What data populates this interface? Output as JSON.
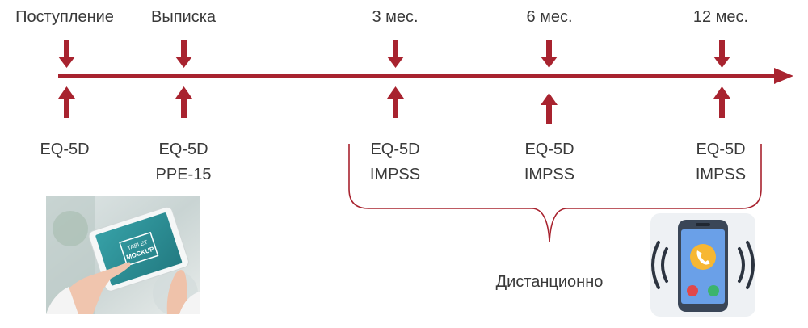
{
  "timepoints": [
    {
      "top": "Поступление",
      "measures": [
        "EQ-5D"
      ]
    },
    {
      "top": "Выписка",
      "measures": [
        "EQ-5D",
        "PPE-15"
      ]
    },
    {
      "top": "3 мес.",
      "measures": [
        "EQ-5D",
        "IMPSS"
      ]
    },
    {
      "top": "6 мес.",
      "measures": [
        "EQ-5D",
        "IMPSS"
      ]
    },
    {
      "top": "12 мес.",
      "measures": [
        "EQ-5D",
        "IMPSS"
      ]
    }
  ],
  "remote_label": "Дистанционно",
  "images": {
    "tablet_text": "TABLET MOCKUP",
    "phone_icon": "phone-call-icon"
  },
  "colors": {
    "timeline": "#a8232f",
    "bracket": "#a8232f",
    "text": "#3a3a3a",
    "tablet_screen": "#2f8f95",
    "phone_body": "#3a4657",
    "phone_screen": "#6aa0e8"
  }
}
